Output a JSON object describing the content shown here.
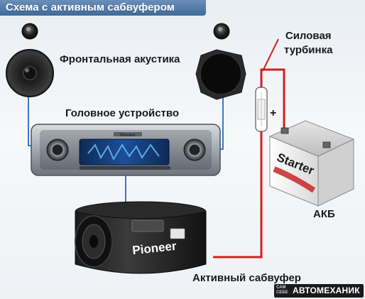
{
  "title": "Схема с активным сабвуфером",
  "labels": {
    "front_acoustics": "Фронтальная акустика",
    "head_unit": "Головное устройство",
    "power_fuse_line1": "Силовая",
    "power_fuse_line2": "турбинка",
    "plus": "+",
    "battery": "АКБ",
    "active_subwoofer": "Активный сабвуфер"
  },
  "device_markings": {
    "head_unit_brand": "Pioneer",
    "subwoofer_brand": "Pioneer",
    "battery_brand": "Starter"
  },
  "logo": {
    "small": "САМ СЕБЕ",
    "big": "АВТОМЕХАНИК"
  },
  "colors": {
    "title_bar": "#4a76a8",
    "signal_wire": "#3f78c2",
    "power_wire": "#d42020",
    "speaker_body": "#2b2b2b",
    "battery_red": "#c7262c"
  }
}
